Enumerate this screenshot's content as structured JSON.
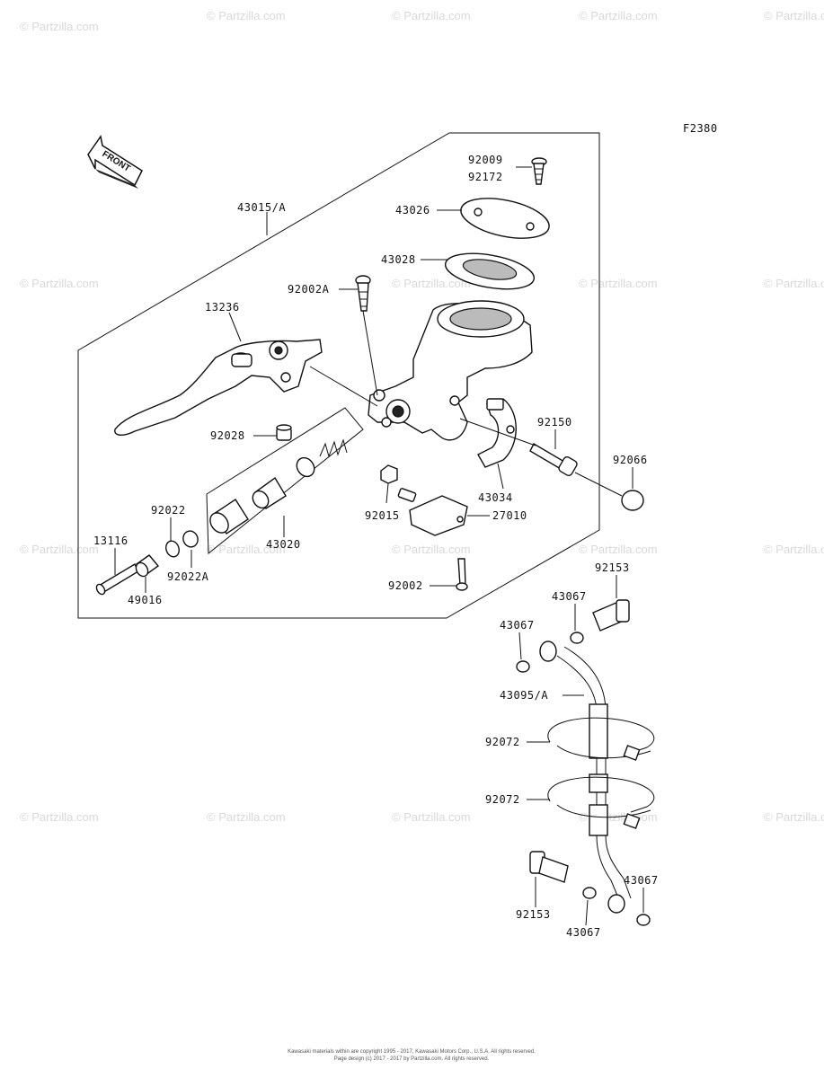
{
  "diagram_code": "F2380",
  "front_arrow_label": "FRONT",
  "watermarks": [
    "© Partzilla.com"
  ],
  "labels": {
    "l43015A": "43015/A",
    "l92009": "92009",
    "l92172": "92172",
    "l43026": "43026",
    "l43028": "43028",
    "l92002A": "92002A",
    "l13236": "13236",
    "l92028": "92028",
    "l92150": "92150",
    "l92066": "92066",
    "l43034": "43034",
    "l27010": "27010",
    "l92015": "92015",
    "l92022": "92022",
    "l13116": "13116",
    "l92022A": "92022A",
    "l43020": "43020",
    "l49016": "49016",
    "l92002": "92002",
    "l92153a": "92153",
    "l43067a": "43067",
    "l43067b": "43067",
    "l43095A": "43095/A",
    "l92072a": "92072",
    "l92072b": "92072",
    "l92153b": "92153",
    "l43067c": "43067",
    "l43067d": "43067"
  },
  "footer": {
    "line1": "Kawasaki materials within are copyright 1995 - 2017, Kawasaki Motors Corp., U.S.A. All rights reserved.",
    "line2": "Page design (c) 2017 - 2017 by Partzilla.com. All rights reserved."
  }
}
